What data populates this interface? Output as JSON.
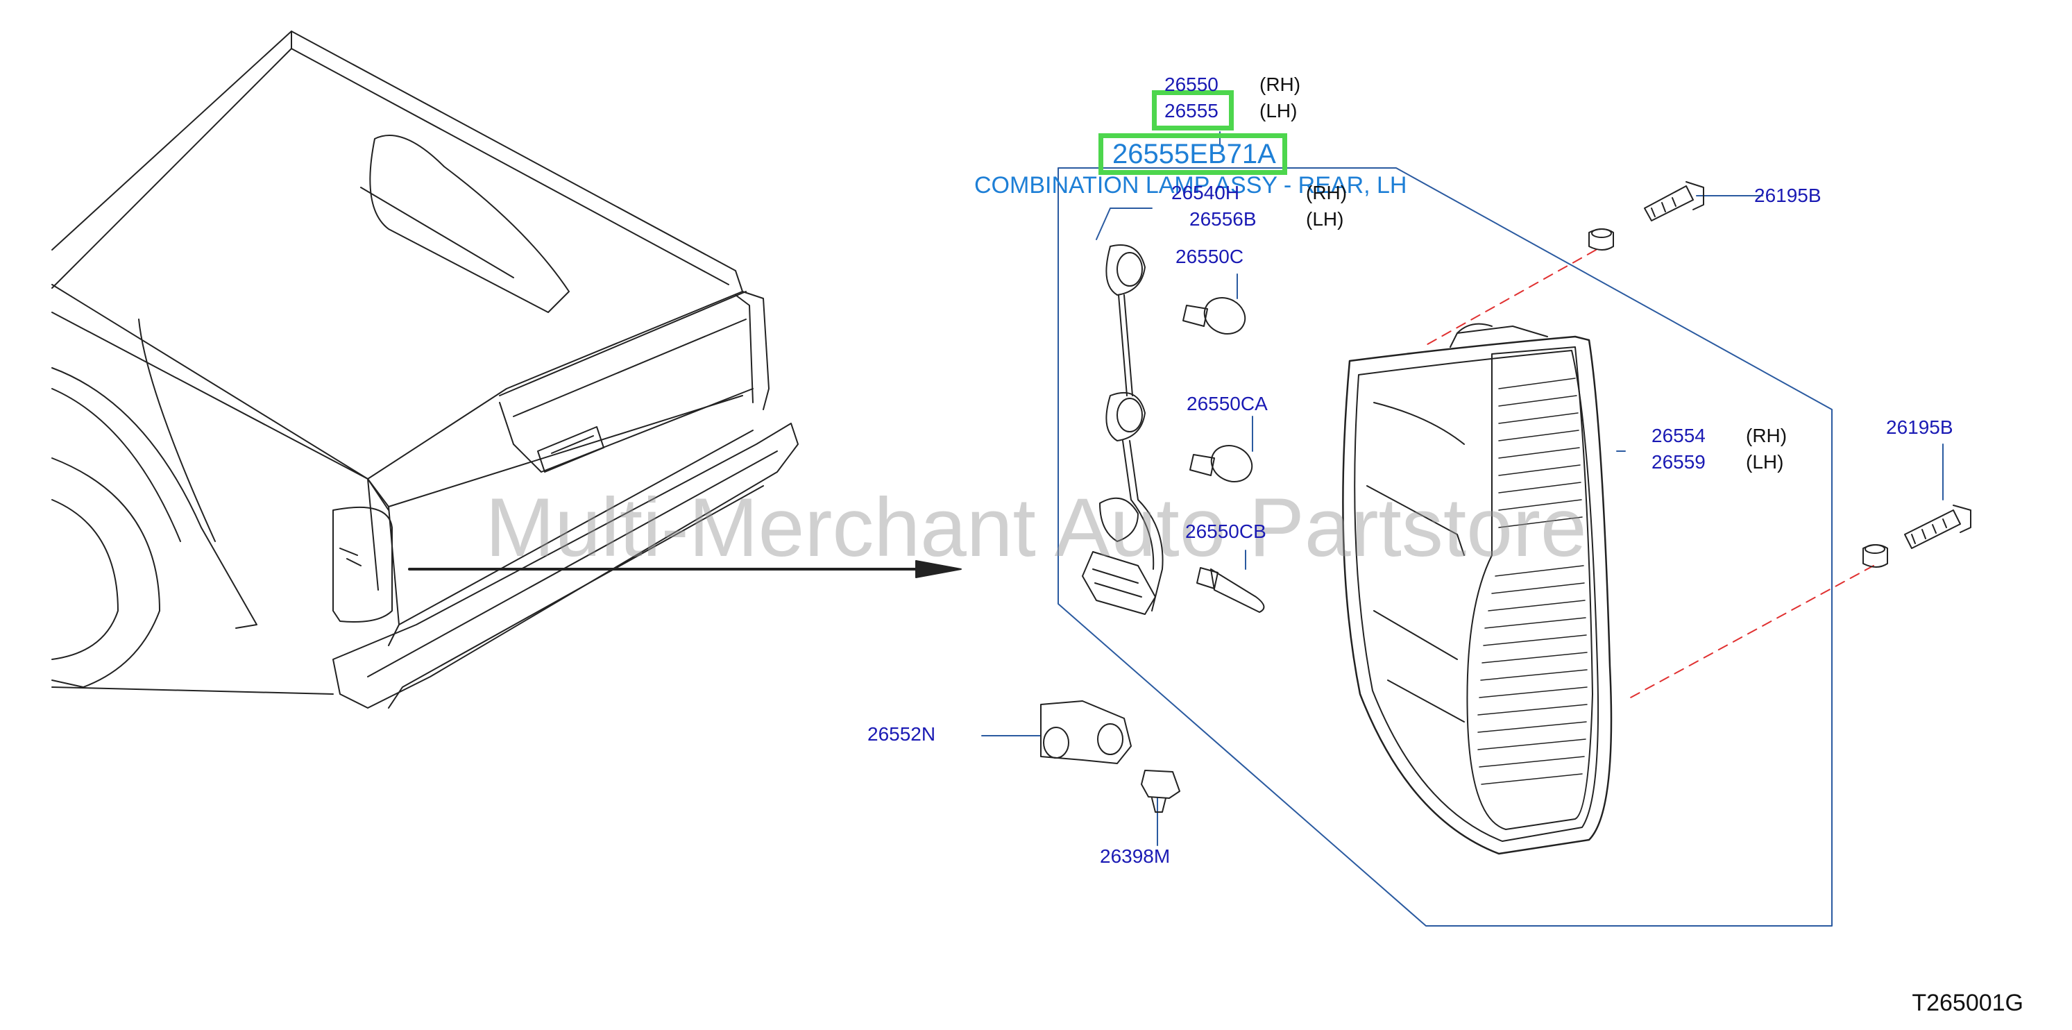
{
  "selected": {
    "part_number": "26555EB71A",
    "description": "COMBINATION LAMP ASSY - REAR, LH"
  },
  "labels": {
    "p26550": "26550",
    "p26555": "26555",
    "p26540H": "26540H",
    "p26556B": "26556B",
    "p26195B_top": "26195B",
    "p26550C": "26550C",
    "p26550CA": "26550CA",
    "p26550CB": "26550CB",
    "p26554": "26554",
    "p26559": "26559",
    "p26195B_right": "26195B",
    "p26552N": "26552N",
    "p26398M": "26398M"
  },
  "sides": {
    "rh": "(RH)",
    "lh": "(LH)"
  },
  "watermark": "Multi-Merchant Auto Partstore",
  "figure_code": "T265001G",
  "colors": {
    "part_label": "#1a1ab4",
    "highlight": "#4dd64d",
    "selected_text": "#1e7fd6",
    "frame": "#2a5aa0",
    "dash": "#e03030"
  }
}
